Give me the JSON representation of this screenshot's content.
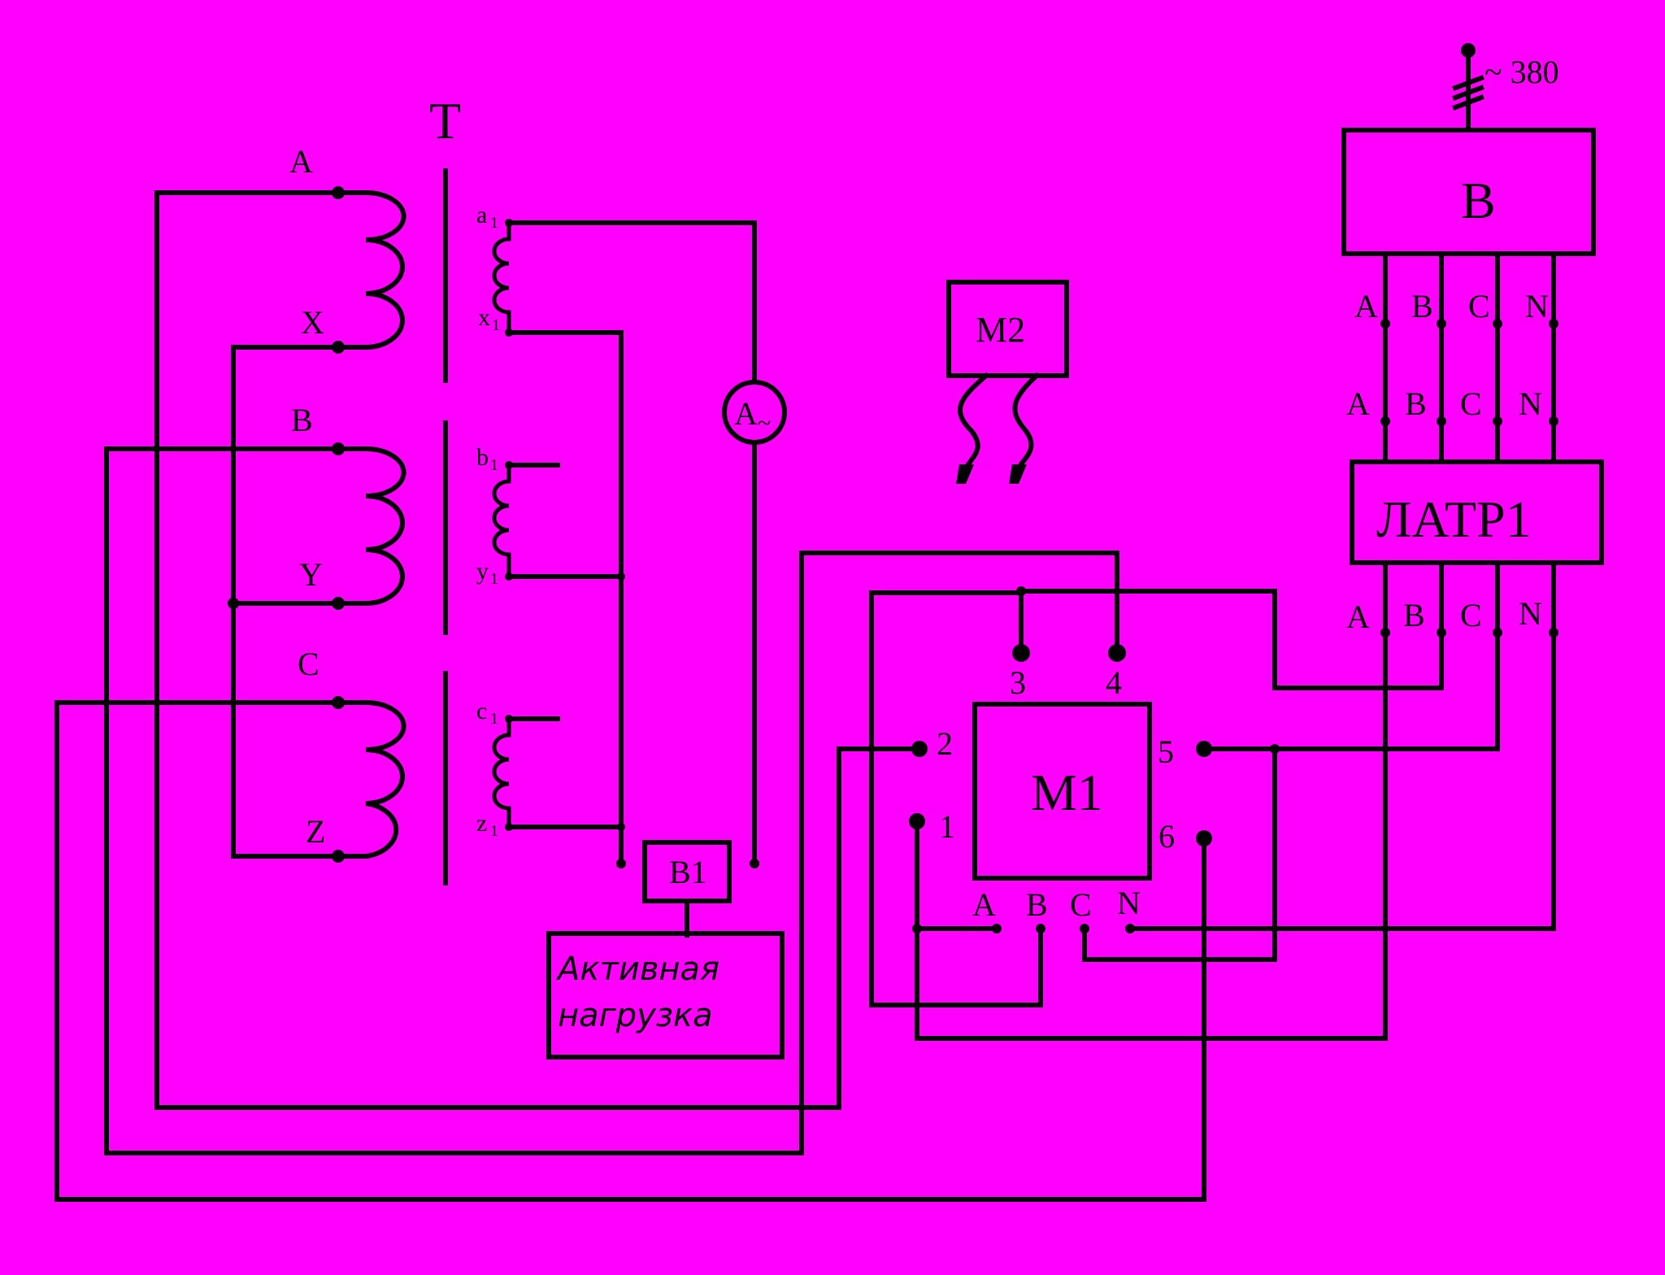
{
  "supply": {
    "label": "~ 380"
  },
  "transformer": {
    "name": "T",
    "primary": {
      "A": "A",
      "X": "X",
      "B": "B",
      "Y": "Y",
      "C": "C",
      "Z": "Z"
    },
    "secondary": {
      "a": "a",
      "x": "x",
      "b": "b",
      "y": "y",
      "c": "c",
      "z": "z",
      "sub": "1"
    }
  },
  "ammeter": {
    "letter": "A",
    "symbol": "~"
  },
  "blocks": {
    "B": "B",
    "LATR1": "ЛАТР1",
    "M1": "M1",
    "M2": "M2",
    "B1": "B1",
    "load_line1": "Активная",
    "load_line2": "нагрузка"
  },
  "phase_labels": [
    "A",
    "B",
    "C",
    "N"
  ],
  "m1_terminals": [
    "1",
    "2",
    "3",
    "4",
    "5",
    "6"
  ]
}
